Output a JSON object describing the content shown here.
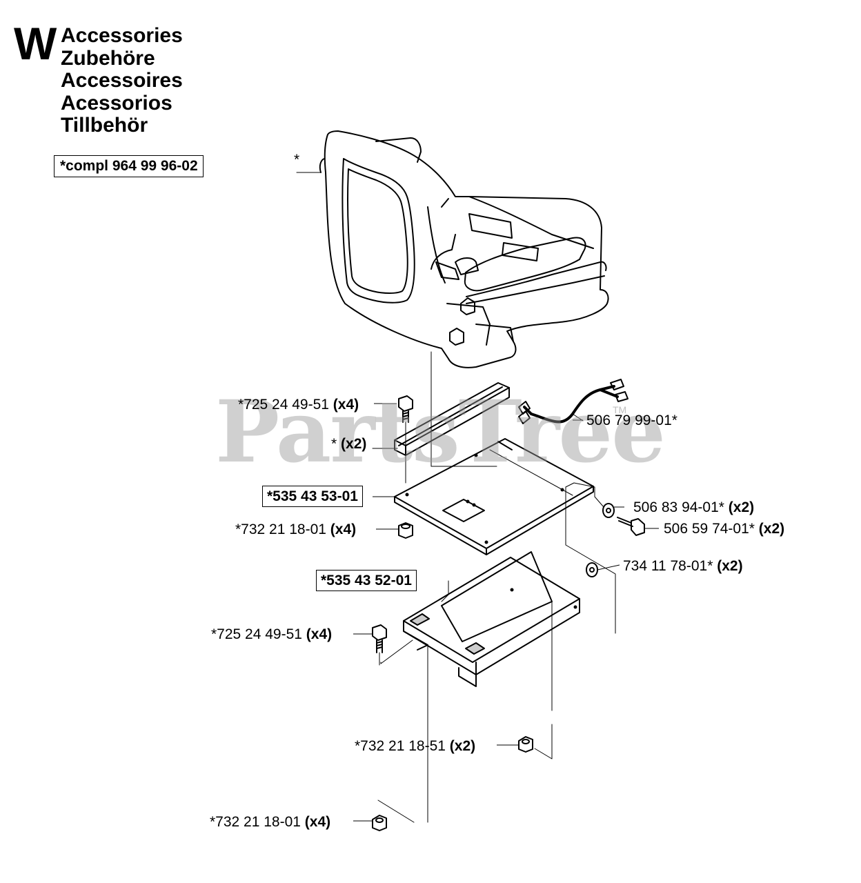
{
  "header": {
    "section_letter": "W",
    "titles": [
      "Accessories",
      "Zubehöre",
      "Accessoires",
      "Acessorios",
      "Tillbehör"
    ],
    "compl": "*compl 964 99 96-02"
  },
  "parts": {
    "seat": {
      "num": "*",
      "qty": ""
    },
    "rail": {
      "num": "* ",
      "qty": "(x2)"
    },
    "bolt_top": {
      "num": "*725 24 49-51 ",
      "qty": "(x4)"
    },
    "harness": {
      "num": "506 79 99-01*",
      "qty": ""
    },
    "plate": {
      "num": "*535 43 53-01",
      "qty": ""
    },
    "washer_a": {
      "num": "506 83 94-01* ",
      "qty": "(x2)"
    },
    "bolt_side": {
      "num": "506 59 74-01* ",
      "qty": "(x2)"
    },
    "nut_top": {
      "num": "*732 21 18-01 ",
      "qty": "(x4)"
    },
    "washer_b": {
      "num": "734 11 78-01* ",
      "qty": "(x2)"
    },
    "bracket": {
      "num": "*535 43 52-01",
      "qty": ""
    },
    "bolt_bottom": {
      "num": "*725 24 49-51 ",
      "qty": "(x4)"
    },
    "nut_mid": {
      "num": "*732 21 18-51 ",
      "qty": "(x2)"
    },
    "nut_bottom": {
      "num": "*732 21 18-01 ",
      "qty": "(x4)"
    }
  },
  "watermark": {
    "text": "PartsTree",
    "tm": "TM"
  },
  "colors": {
    "line": "#000000",
    "watermark": "#969696",
    "part_shade": "#cccccc"
  }
}
